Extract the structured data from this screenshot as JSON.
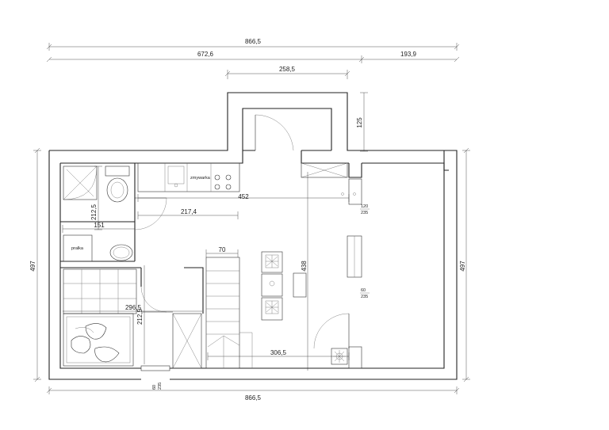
{
  "dimensions": {
    "top_total": "866,5",
    "top_left": "672,6",
    "top_right": "193,9",
    "entry_width": "258,5",
    "entry_depth": "125",
    "bottom_total": "866,5",
    "left_height": "497",
    "right_height": "497",
    "kitchen_run": "452",
    "bath_width": "217,4",
    "bath_depth": "212,5",
    "laundry_width": "151",
    "stair_width": "70",
    "hall_height": "438",
    "bed_width": "296,5",
    "bed_depth": "212,5",
    "living_width": "306,5"
  },
  "windows": {
    "upper": {
      "width": "120",
      "height": "235"
    },
    "middle": {
      "width": "60",
      "height": "235"
    },
    "bottom": {
      "width": "60",
      "height": "235"
    }
  },
  "labels": {
    "dishwasher": "zmywarka",
    "washer": "pralka"
  }
}
